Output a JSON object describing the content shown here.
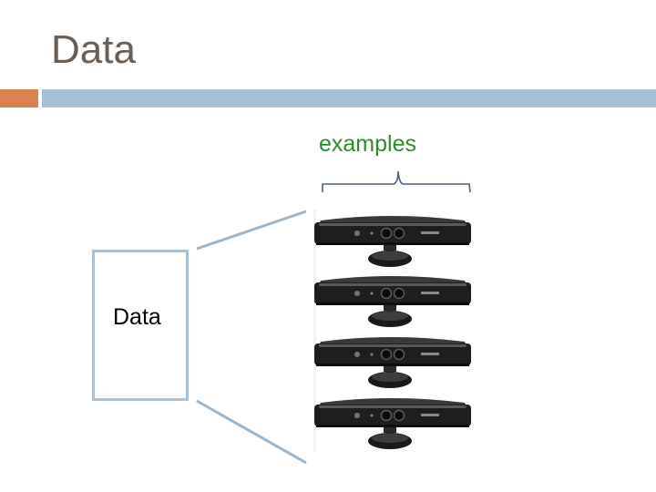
{
  "slide": {
    "title": "Data",
    "box_label": "Data",
    "examples_label": "examples"
  },
  "colors": {
    "title_text": "#6b5f55",
    "accent_bar": "#d9824f",
    "main_bar": "#a6c1d6",
    "box_border": "#a9c2d6",
    "connector": "#9bb6cb",
    "examples_text": "#2e8a2e",
    "brace": "#4a5a8a",
    "device_body": "#1e1e1e"
  },
  "icons": {
    "device": "kinect-sensor-icon",
    "device_count": 4
  }
}
